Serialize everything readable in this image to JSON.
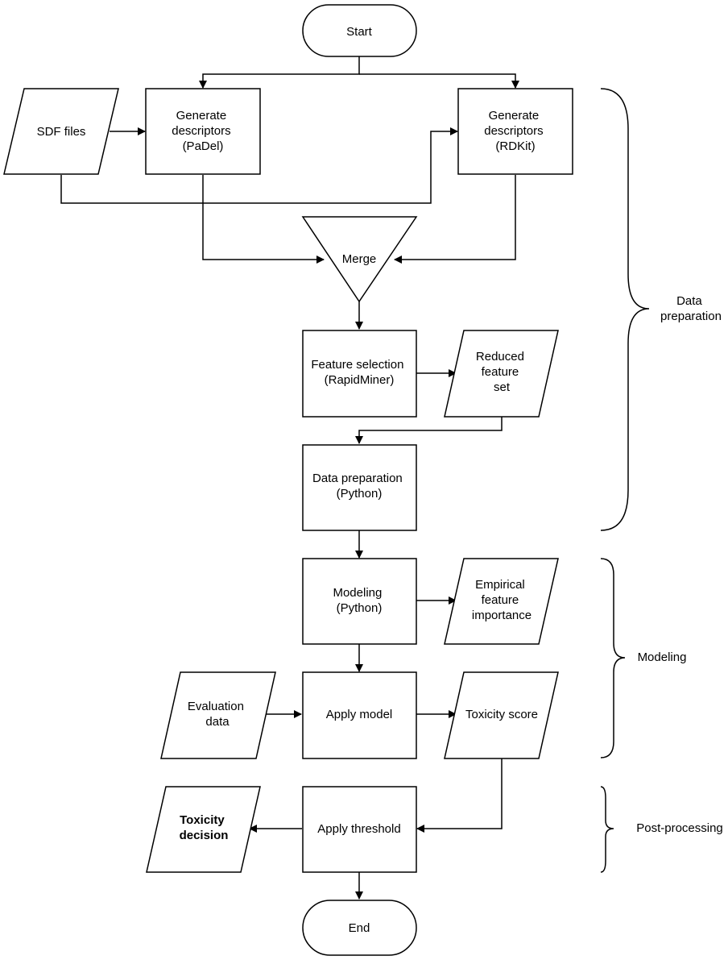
{
  "nodes": {
    "start": [
      "Start"
    ],
    "sdf_files": [
      "SDF files"
    ],
    "gen_padel": [
      "Generate",
      "descriptors",
      "(PaDel)"
    ],
    "gen_rdkit": [
      "Generate",
      "descriptors",
      "(RDKit)"
    ],
    "merge": [
      "Merge"
    ],
    "feature_selection": [
      "Feature selection",
      "(RapidMiner)"
    ],
    "reduced_feature_set": [
      "Reduced",
      "feature",
      "set"
    ],
    "data_prep_python": [
      "Data preparation",
      "(Python)"
    ],
    "modeling_python": [
      "Modeling",
      "(Python)"
    ],
    "empirical_importance": [
      "Empirical",
      "feature",
      "importance"
    ],
    "evaluation_data": [
      "Evaluation",
      "data"
    ],
    "apply_model": [
      "Apply model"
    ],
    "toxicity_score": [
      "Toxicity score"
    ],
    "toxicity_decision": [
      "Toxicity",
      "decision"
    ],
    "apply_threshold": [
      "Apply threshold"
    ],
    "end": [
      "End"
    ]
  },
  "phases": {
    "data_preparation": [
      "Data",
      "preparation"
    ],
    "modeling": [
      "Modeling"
    ],
    "post_processing": [
      "Post-processing"
    ]
  }
}
